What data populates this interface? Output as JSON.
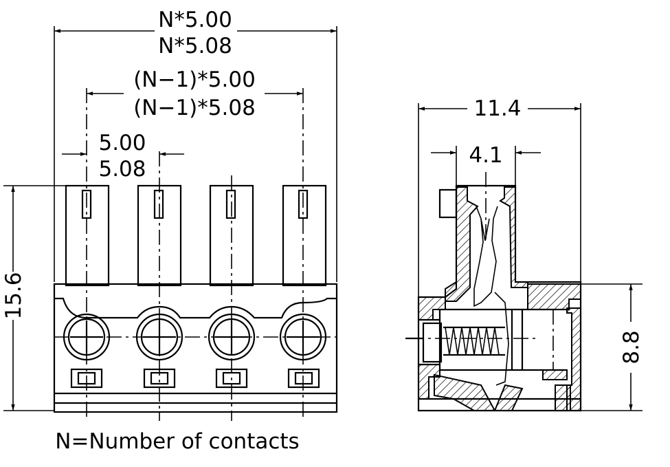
{
  "front_view": {
    "overall_width_500": "N*5.00",
    "overall_width_508": "N*5.08",
    "span_500": "(N−1)*5.00",
    "span_508": "(N−1)*5.08",
    "pitch_500": "5.00",
    "pitch_508": "5.08",
    "height": "15.6",
    "note": "N=Number of contacts"
  },
  "side_view": {
    "depth": "11.4",
    "opening": "4.1",
    "height": "8.8"
  },
  "contacts_shown": 4,
  "colors": {
    "line": "#000000",
    "background": "#ffffff"
  }
}
